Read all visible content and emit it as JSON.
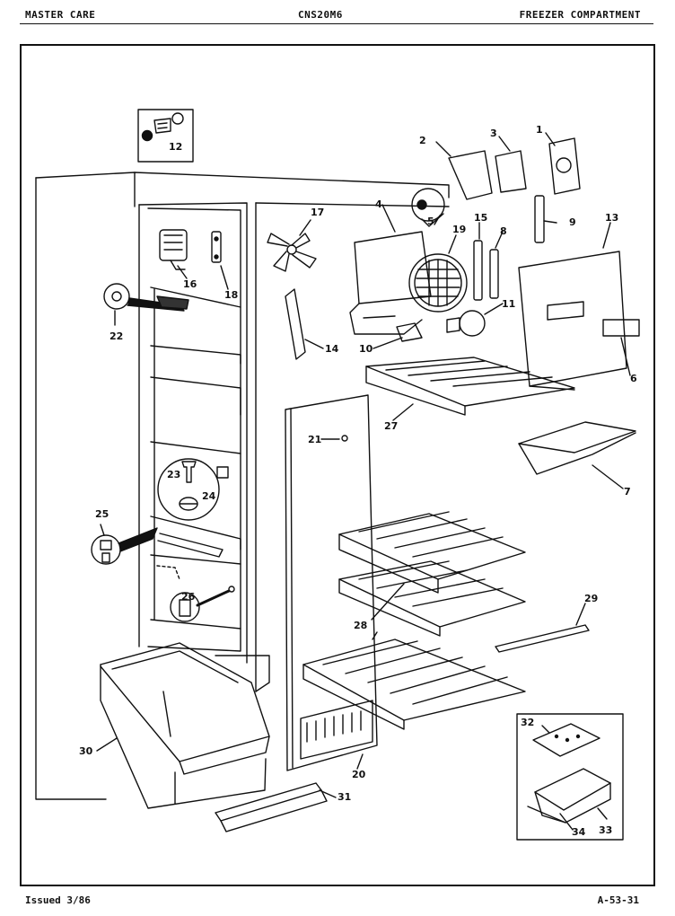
{
  "header": {
    "left": "MASTER CARE",
    "center": "CNS20M6",
    "right": "FREEZER COMPARTMENT"
  },
  "footer": {
    "issued": "Issued 3/86",
    "code": "A-53-31"
  },
  "callouts": [
    "1",
    "2",
    "3",
    "4",
    "5",
    "6",
    "7",
    "8",
    "9",
    "10",
    "11",
    "12",
    "13",
    "14",
    "15",
    "16",
    "17",
    "18",
    "19",
    "20",
    "21",
    "22",
    "23",
    "24",
    "25",
    "26",
    "27",
    "28",
    "29",
    "30",
    "31",
    "32",
    "33",
    "34"
  ]
}
